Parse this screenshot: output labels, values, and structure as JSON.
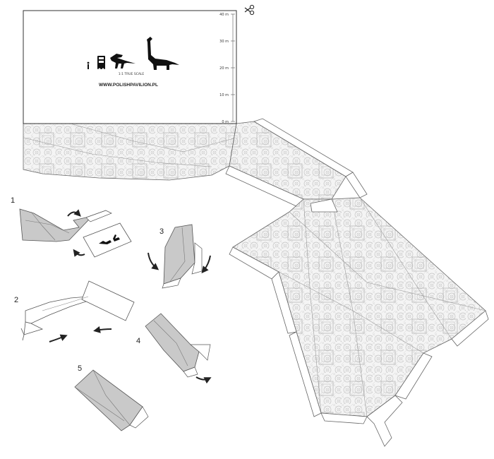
{
  "card": {
    "scale_ticks": [
      "40 m",
      "30 m",
      "20 m",
      "10 m",
      "0 m"
    ],
    "scale_caption": "1:1 TRUE SCALE",
    "website": "WWW.POLISHPAVILION.PL",
    "figures": [
      "person-icon",
      "bus-icon",
      "t-rex-icon",
      "brachiosaurus-icon"
    ]
  },
  "tools": {
    "cut_here": "scissors-icon"
  },
  "steps": [
    "1",
    "2",
    "3",
    "4",
    "5"
  ],
  "colors": {
    "line": "#555555",
    "pattern": "#c4c4c4",
    "fold_grey": "#c9c9c9",
    "arrow": "#222222"
  }
}
